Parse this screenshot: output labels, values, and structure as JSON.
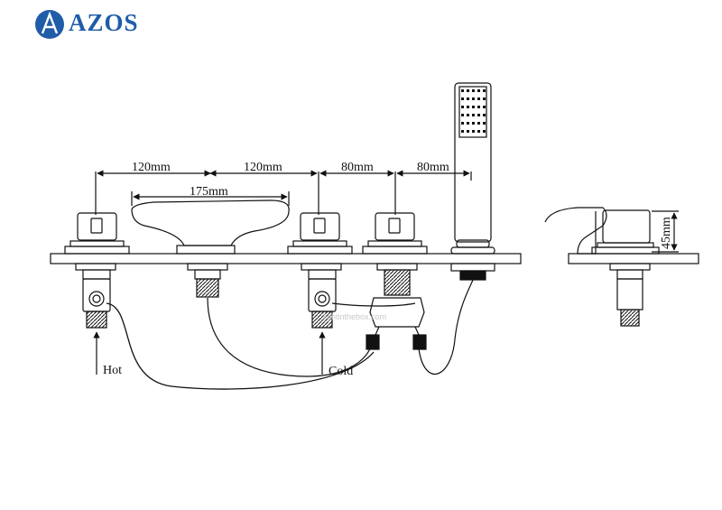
{
  "brand": {
    "name": "AZOS",
    "color": "#1f5da8"
  },
  "dimensions": {
    "spacing_1": "120mm",
    "spacing_2": "120mm",
    "spacing_3": "80mm",
    "spacing_4": "80mm",
    "spout_width": "175mm",
    "height": "45mm"
  },
  "labels": {
    "hot": "Hot",
    "cold": "Cold"
  },
  "watermark": "lightinthebox.com",
  "colors": {
    "line": "#111111",
    "background": "#ffffff"
  }
}
